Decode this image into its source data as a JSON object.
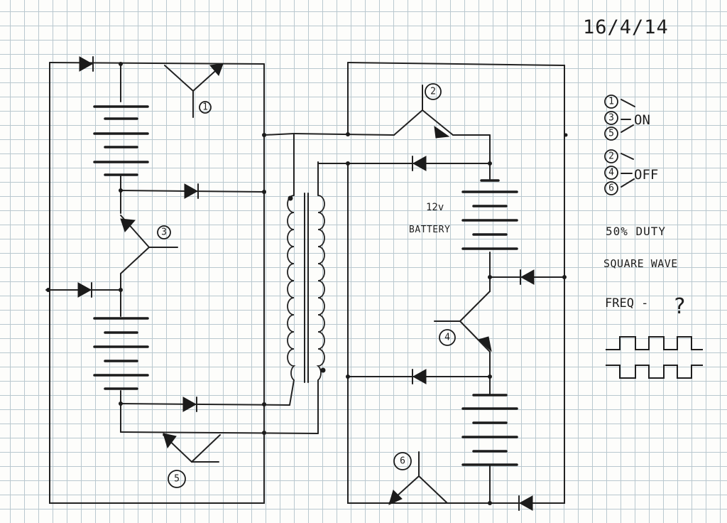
{
  "date": "16/4/14",
  "battery": {
    "voltage": "12v",
    "label": "BATTERY"
  },
  "transistor_numbers": [
    "1",
    "2",
    "3",
    "4",
    "5",
    "6"
  ],
  "legend": {
    "on_numbers": [
      "1",
      "3",
      "5"
    ],
    "on_label": "ON",
    "off_numbers": [
      "2",
      "4",
      "6"
    ],
    "off_label": "OFF"
  },
  "notes": {
    "line1": "50% DUTY",
    "line2": "SQUARE WAVE",
    "freq": "FREQ -",
    "question": "?"
  },
  "ink_color": "#1e1e1e",
  "grid_color": "#b9c8cf"
}
